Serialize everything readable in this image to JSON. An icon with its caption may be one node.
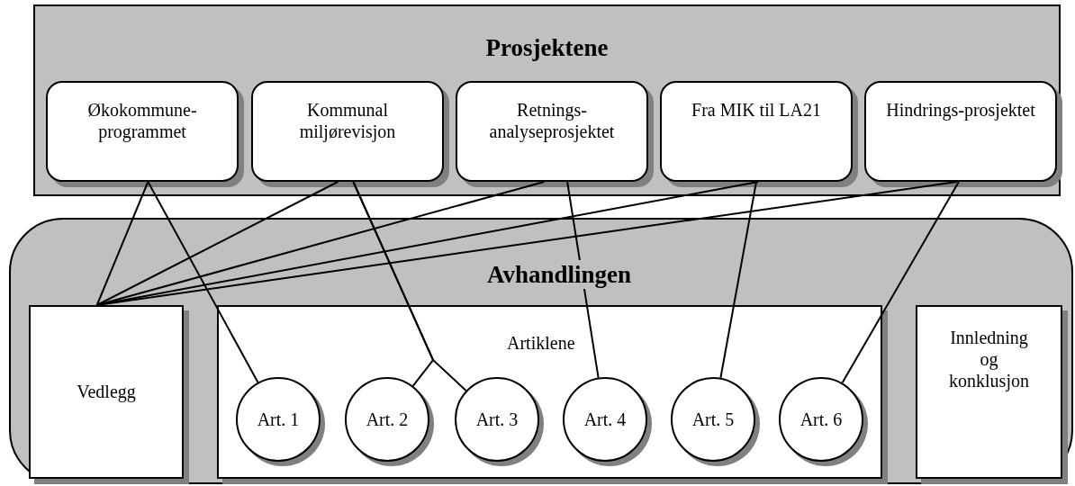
{
  "diagram": {
    "nodes": [
      {
        "text": [
          "Prosjektene"
        ]
      },
      {
        "text": [
          "Økokommune-programmet"
        ],
        "in": 0
      },
      {
        "text": [
          "Kommunal miljørevisjon"
        ],
        "in": 0
      },
      {
        "text": [
          "Retnings-analyseprosjektet"
        ],
        "in": 0
      },
      {
        "text": [
          "Fra MIK til LA21"
        ],
        "in": 0
      },
      {
        "text": [
          "Hindrings-prosjektet"
        ],
        "in": 0
      },
      {
        "text": [
          "Avhandlingen"
        ]
      },
      {
        "text": [
          "Vedlegg"
        ],
        "in": 6
      },
      {
        "text": [
          "Artiklene"
        ],
        "in": 6
      },
      {
        "text": [
          "Art. 1"
        ],
        "in": 8
      },
      {
        "text": [
          "Art. 2"
        ],
        "in": 8
      },
      {
        "text": [
          "Art. 3"
        ],
        "in": 8
      },
      {
        "text": [
          "Art. 4"
        ],
        "in": 8
      },
      {
        "text": [
          "Art. 5"
        ],
        "in": 8
      },
      {
        "text": [
          "Art. 6"
        ],
        "in": 8
      },
      {
        "text": [
          "Innledning og konklusjon"
        ],
        "in": 6
      }
    ],
    "edges": [
      {
        "from": 1,
        "to": 7,
        "arrow": "none"
      },
      {
        "from": 2,
        "to": 7,
        "arrow": "none"
      },
      {
        "from": 3,
        "to": 7,
        "arrow": "none"
      },
      {
        "from": 4,
        "to": 7,
        "arrow": "none"
      },
      {
        "from": 5,
        "to": 7,
        "arrow": "none"
      },
      {
        "from": 1,
        "to": 9,
        "arrow": "none"
      },
      {
        "from": 2,
        "to": 10,
        "arrow": "none"
      },
      {
        "from": 2,
        "to": 11,
        "arrow": "none"
      },
      {
        "from": 3,
        "to": 12,
        "arrow": "none"
      },
      {
        "from": 4,
        "to": 13,
        "arrow": "none"
      },
      {
        "from": 5,
        "to": 14,
        "arrow": "none"
      }
    ]
  }
}
